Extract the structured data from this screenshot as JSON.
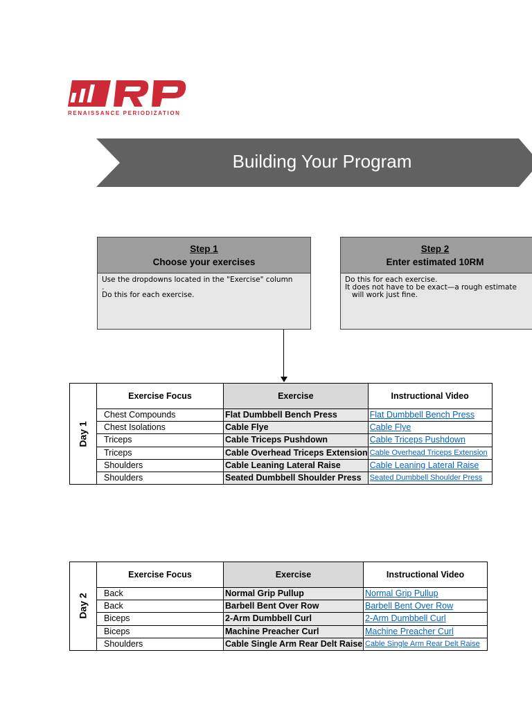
{
  "logo": {
    "wordmark": "RP",
    "tagline": "RENAISSANCE PERIODIZATION"
  },
  "banner": {
    "title": "Building Your Program"
  },
  "steps": [
    {
      "label": "Step 1",
      "title": "Choose your exercises",
      "lines": [
        "Use the dropdowns located in the \"Exercise\" column",
        ".",
        "Do this for each exercise."
      ]
    },
    {
      "label": "Step 2",
      "title": "Enter estimated 10RM",
      "lines": [
        "Do this for each exercise.",
        "It does not have to be exact—a rough estimate",
        "will work just fine."
      ]
    }
  ],
  "table_headers": {
    "focus": "Exercise Focus",
    "exercise": "Exercise",
    "video": "Instructional Video"
  },
  "days": [
    {
      "label": "Day 1",
      "rows": [
        {
          "focus": "Chest Compounds",
          "exercise": "Flat Dumbbell Bench Press",
          "video": "Flat Dumbbell Bench Press"
        },
        {
          "focus": "Chest Isolations",
          "exercise": "Cable Flye",
          "video": "Cable Flye"
        },
        {
          "focus": "Triceps",
          "exercise": "Cable Triceps Pushdown",
          "video": "Cable Triceps Pushdown"
        },
        {
          "focus": "Triceps",
          "exercise": "Cable Overhead Triceps Extension",
          "video": "Cable Overhead Triceps Extension"
        },
        {
          "focus": "Shoulders",
          "exercise": "Cable Leaning Lateral Raise",
          "video": "Cable Leaning Lateral Raise"
        },
        {
          "focus": "Shoulders",
          "exercise": "Seated Dumbbell Shoulder Press",
          "video": "Seated Dumbbell Shoulder Press"
        }
      ]
    },
    {
      "label": "Day 2",
      "rows": [
        {
          "focus": "Back",
          "exercise": "Normal Grip Pullup",
          "video": "Normal Grip Pullup"
        },
        {
          "focus": "Back",
          "exercise": "Barbell Bent Over Row",
          "video": "Barbell Bent Over Row"
        },
        {
          "focus": "Biceps",
          "exercise": "2-Arm Dumbbell Curl",
          "video": "2-Arm Dumbbell Curl"
        },
        {
          "focus": "Biceps",
          "exercise": "Machine Preacher Curl",
          "video": "Machine Preacher Curl"
        },
        {
          "focus": "Shoulders",
          "exercise": "Cable Single Arm Rear Delt Raise",
          "video": "Cable Single Arm Rear Delt Raise"
        }
      ]
    }
  ],
  "colors": {
    "brand_red": "#cc2a36",
    "banner_gray": "#616161",
    "link_blue": "#0563c1"
  }
}
